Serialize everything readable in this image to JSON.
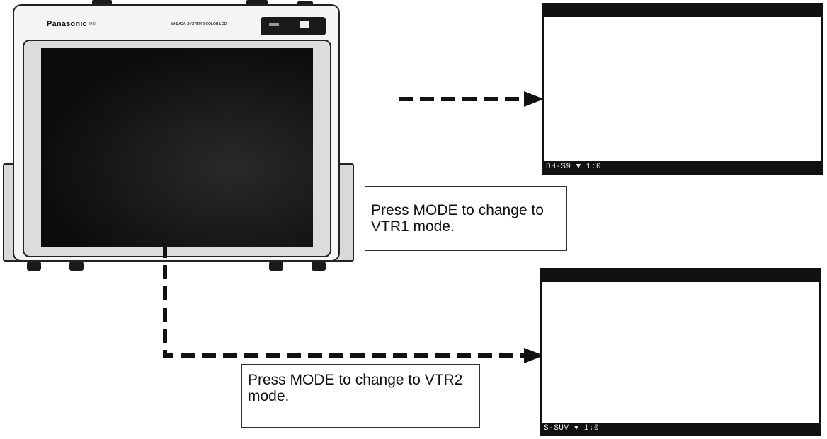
{
  "monitor": {
    "brand": "Panasonic",
    "model_label": "M-8",
    "system_label": "IN-DASH SYSTEM 8 COLOR LCD"
  },
  "screens": {
    "vtr1": {
      "status_text": "DH-S9 ▼ 1:0"
    },
    "vtr2": {
      "status_text": "S-SUV ▼ 1:0"
    }
  },
  "callouts": {
    "vtr1": "Press MODE to change to VTR1 mode.",
    "vtr2": "Press MODE to change to VTR2 mode."
  },
  "colors": {
    "line": "#111111",
    "screen_bg": "#ffffff",
    "osd_bar": "#111111"
  }
}
